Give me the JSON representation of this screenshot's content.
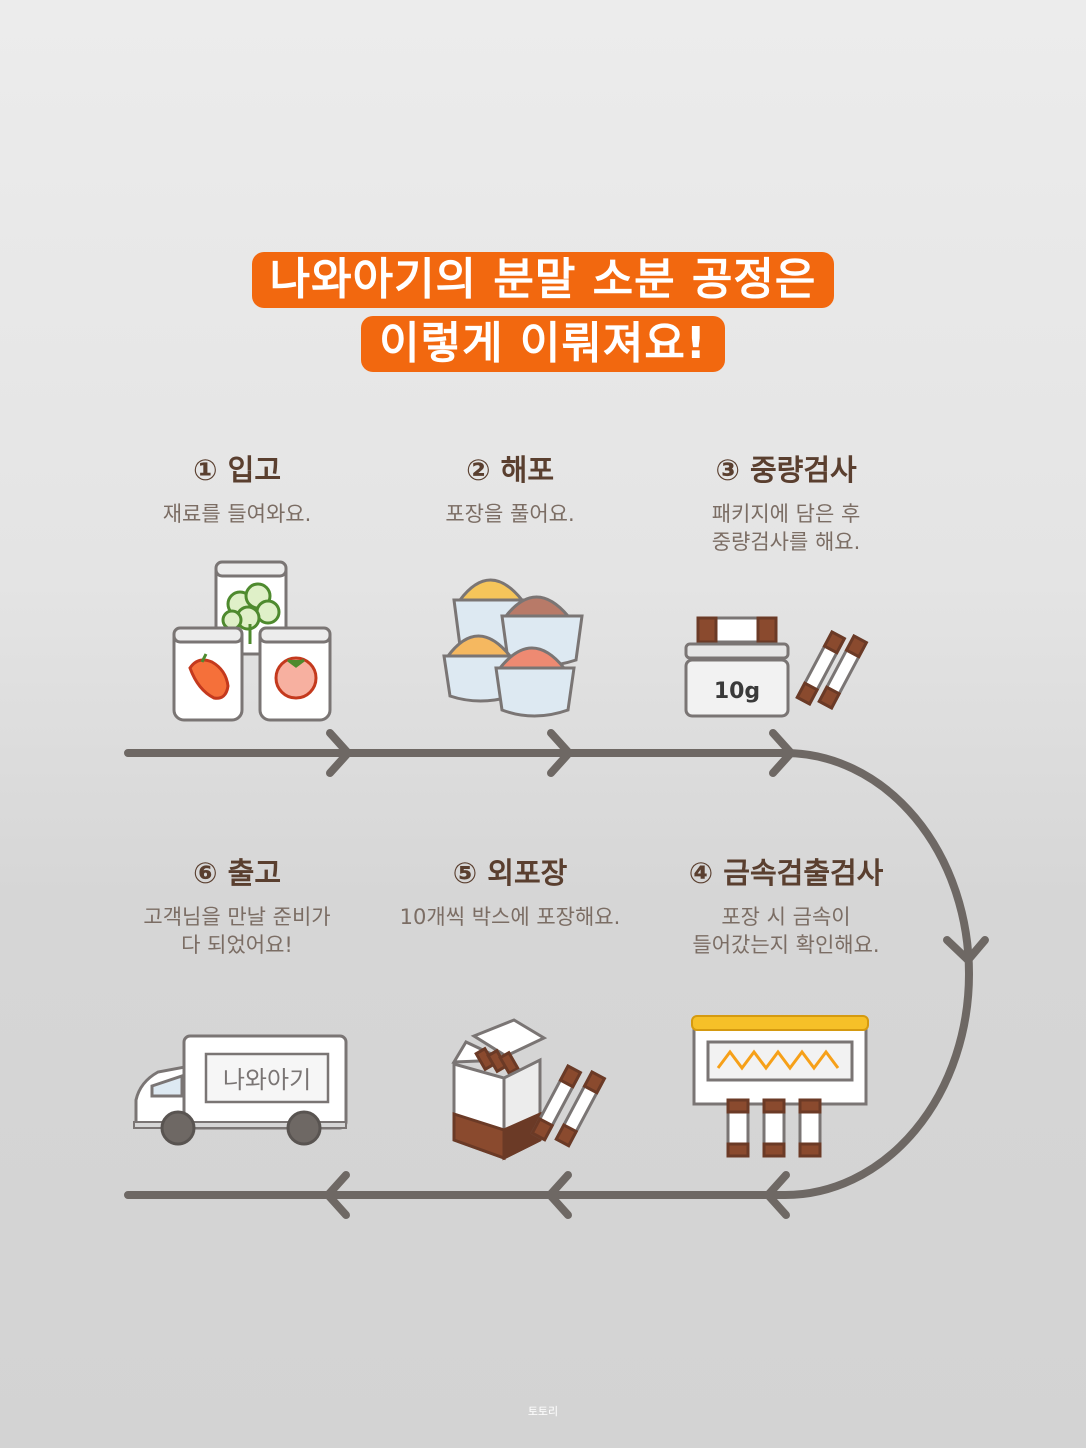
{
  "title": {
    "line1": "나와아기의 분말 소분 공정은",
    "line2": "이렇게 이뤄져요!"
  },
  "colors": {
    "accent": "#f2680f",
    "line": "#6e6864",
    "brown": "#6b3a26",
    "text": "#5a3f2f"
  },
  "steps": [
    {
      "title": "① 입고",
      "desc": "재료를 들여와요.",
      "icon": "ingredient-jars-icon"
    },
    {
      "title": "② 해포",
      "desc": "포장을 풀어요.",
      "icon": "powder-bowls-icon"
    },
    {
      "title": "③ 중량검사",
      "desc": "패키지에 담은 후\n중량검사를 해요.",
      "icon": "scale-icon"
    },
    {
      "title": "④ 금속검출검사",
      "desc": "포장 시 금속이\n들어갔는지 확인해요.",
      "icon": "metal-detector-icon"
    },
    {
      "title": "⑤ 외포장",
      "desc": "10개씩 박스에 포장해요.",
      "icon": "box-package-icon"
    },
    {
      "title": "⑥ 출고",
      "desc": "고객님을 만날 준비가\n다 되었어요!",
      "icon": "delivery-truck-icon"
    }
  ],
  "scale_label": "10g",
  "truck_label": "나와아기",
  "footer": "토토리"
}
